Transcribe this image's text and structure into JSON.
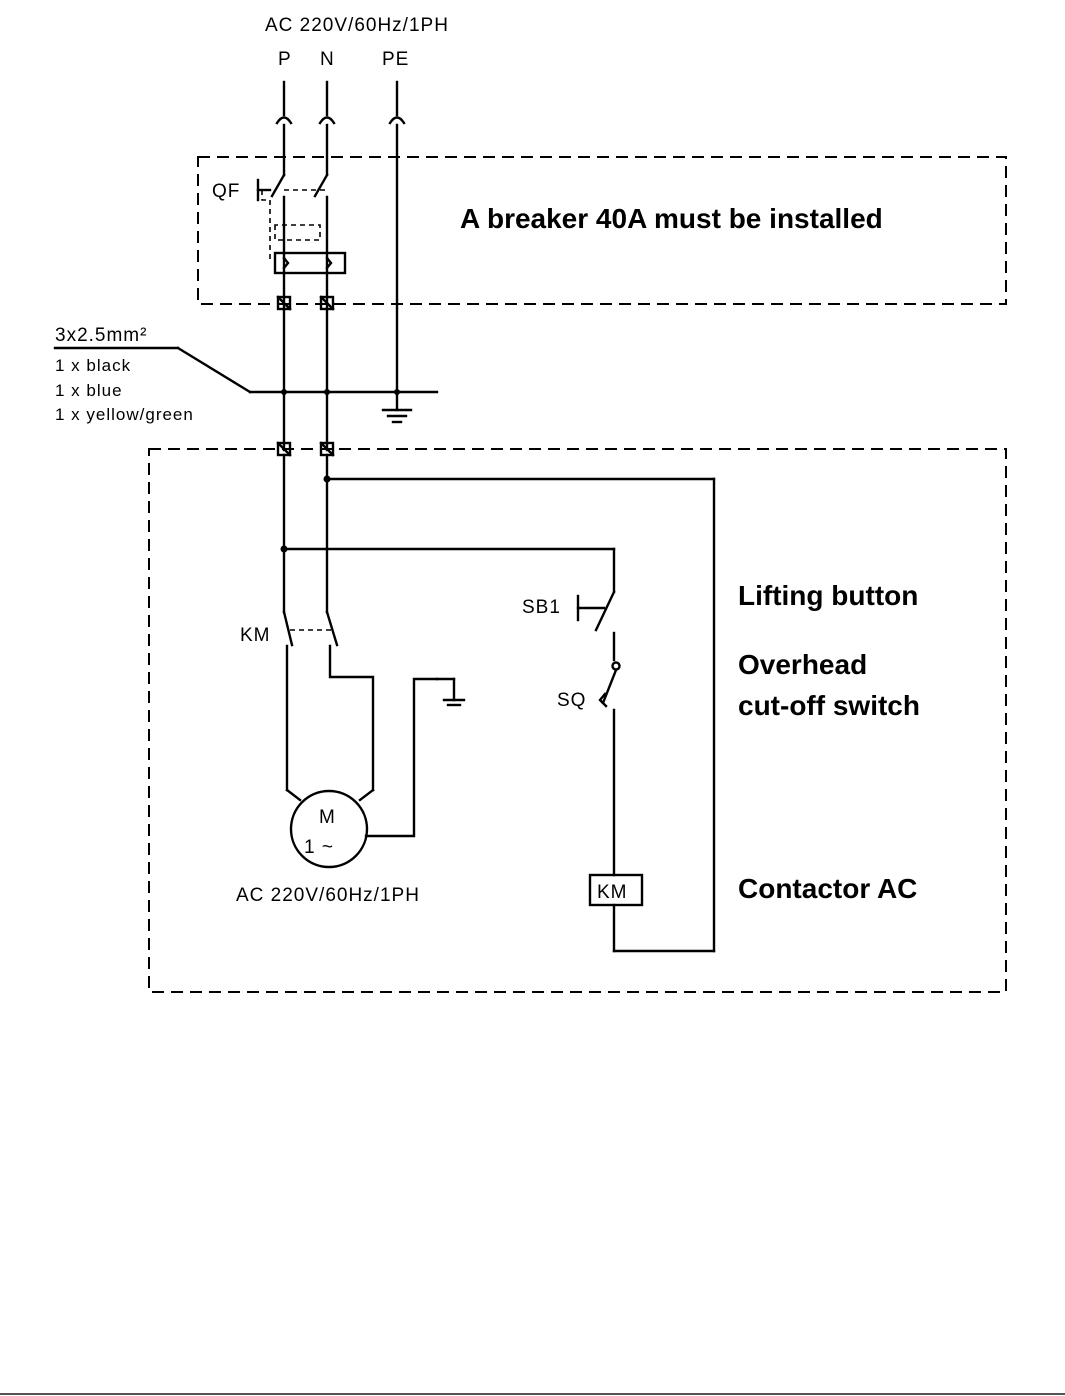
{
  "supply": {
    "title": "AC 220V/60Hz/1PH",
    "p": "P",
    "n": "N",
    "pe": "PE"
  },
  "breaker": {
    "tag": "QF",
    "note": "A breaker 40A must be installed"
  },
  "cable": {
    "size": "3x2.5mm²",
    "core1": "1 x black",
    "core2": "1 x blue",
    "core3": "1 x yellow/green"
  },
  "contactor": {
    "contacts_tag": "KM",
    "coil_tag": "KM",
    "label": "Contactor AC"
  },
  "motor": {
    "letter": "M",
    "phase": "1 ~",
    "rating": "AC 220V/60Hz/1PH"
  },
  "lifting": {
    "tag": "SB1",
    "label": "Lifting button"
  },
  "cutoff": {
    "tag": "SQ",
    "label_line1": "Overhead",
    "label_line2": "cut-off switch"
  }
}
